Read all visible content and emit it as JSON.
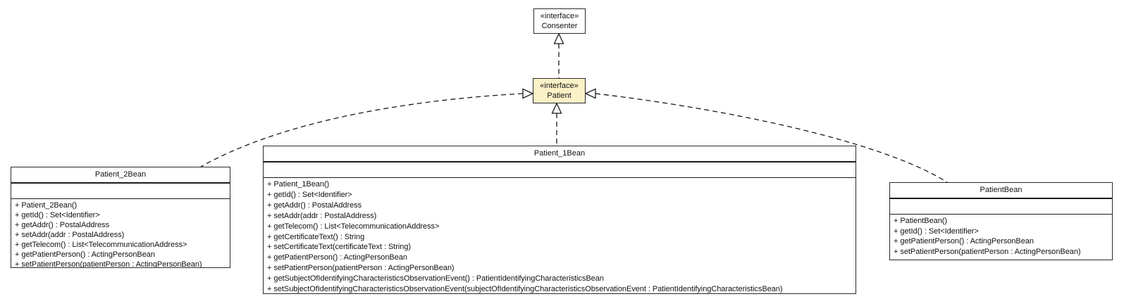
{
  "diagram": {
    "title": "UML class diagram",
    "background_color": "#ffffff",
    "interface_fill_color": "#fbf1c7",
    "class_fill_color": "#ffffff",
    "border_color": "#2a2a2a",
    "stereotype_label": "«interface»"
  },
  "interfaces": {
    "consenter": {
      "stereotype": "«interface»",
      "name": "Consenter"
    },
    "patient": {
      "stereotype": "«interface»",
      "name": "Patient"
    }
  },
  "classes": {
    "patient2bean": {
      "name": "Patient_2Bean",
      "attributes": [],
      "methods": [
        "+ Patient_2Bean()",
        "+ getId() : Set<Identifier>",
        "+ getAddr() : PostalAddress",
        "+ setAddr(addr : PostalAddress)",
        "+ getTelecom() : List<TelecommunicationAddress>",
        "+ getPatientPerson() : ActingPersonBean",
        "+ setPatientPerson(patientPerson : ActingPersonBean)"
      ]
    },
    "patient1bean": {
      "name": "Patient_1Bean",
      "attributes": [],
      "methods": [
        "+ Patient_1Bean()",
        "+ getId() : Set<Identifier>",
        "+ getAddr() : PostalAddress",
        "+ setAddr(addr : PostalAddress)",
        "+ getTelecom() : List<TelecommunicationAddress>",
        "+ getCertificateText() : String",
        "+ setCertificateText(certificateText : String)",
        "+ getPatientPerson() : ActingPersonBean",
        "+ setPatientPerson(patientPerson : ActingPersonBean)",
        "+ getSubjectOfIdentifyingCharacteristicsObservationEvent() : PatientIdentifyingCharacteristicsBean",
        "+ setSubjectOfIdentifyingCharacteristicsObservationEvent(subjectOfIdentifyingCharacteristicsObservationEvent : PatientIdentifyingCharacteristicsBean)"
      ]
    },
    "patientbean": {
      "name": "PatientBean",
      "attributes": [],
      "methods": [
        "+ PatientBean()",
        "+ getId() : Set<Identifier>",
        "+ getPatientPerson() : ActingPersonBean",
        "+ setPatientPerson(patientPerson : ActingPersonBean)"
      ]
    }
  },
  "relationships": [
    {
      "from": "Patient",
      "to": "Consenter",
      "type": "generalization",
      "line_style": "dashed",
      "arrowhead": "hollow-triangle"
    },
    {
      "from": "Patient_2Bean",
      "to": "Patient",
      "type": "realization",
      "line_style": "dashed",
      "arrowhead": "hollow-triangle"
    },
    {
      "from": "Patient_1Bean",
      "to": "Patient",
      "type": "realization",
      "line_style": "dashed",
      "arrowhead": "hollow-triangle"
    },
    {
      "from": "PatientBean",
      "to": "Patient",
      "type": "realization",
      "line_style": "dashed",
      "arrowhead": "hollow-triangle"
    }
  ]
}
